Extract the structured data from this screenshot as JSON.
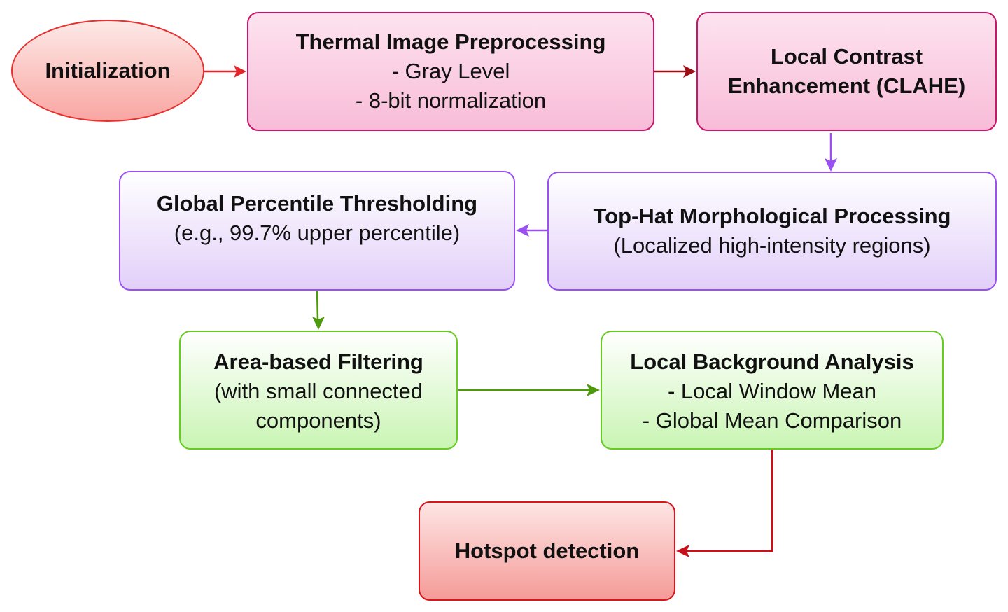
{
  "diagram": {
    "colors": {
      "red_arrow": "#e3242b",
      "dark_red_arrow": "#9c0f16",
      "purple_arrow": "#9a4ff0",
      "green_arrow": "#4e9a0c",
      "final_arrow": "#c8101a"
    },
    "nodes": {
      "init": {
        "title": "Initialization"
      },
      "preprocess": {
        "title": "Thermal Image Preprocessing",
        "lines": [
          "- Gray Level",
          "- 8-bit normalization"
        ]
      },
      "clahe": {
        "title": "Local Contrast Enhancement (CLAHE)"
      },
      "tophat": {
        "title": "Top-Hat Morphological Processing",
        "lines": [
          "(Localized high-intensity regions)"
        ]
      },
      "threshold": {
        "title": "Global Percentile Thresholding",
        "lines": [
          "(e.g., 99.7% upper  percentile)"
        ]
      },
      "area": {
        "title": "Area-based Filtering",
        "lines": [
          "(with small connected",
          "components)"
        ]
      },
      "background": {
        "title": "Local Background Analysis",
        "lines": [
          "- Local Window Mean",
          "- Global Mean Comparison"
        ]
      },
      "hotspot": {
        "title": "Hotspot detection"
      }
    }
  }
}
